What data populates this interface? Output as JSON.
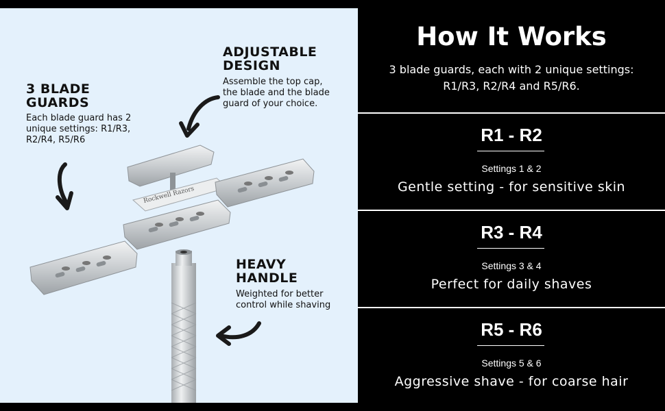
{
  "left": {
    "blade_guards": {
      "heading_line1": "3 BLADE",
      "heading_line2": "GUARDS",
      "desc_line1": "Each blade guard has 2",
      "desc_line2": "unique settings: R1/R3,",
      "desc_line3": "R2/R4, R5/R6"
    },
    "adjustable": {
      "heading_line1": "ADJUSTABLE",
      "heading_line2": "DESIGN",
      "desc_line1": "Assemble the top cap,",
      "desc_line2": "the blade and the blade",
      "desc_line3": "guard of your choice."
    },
    "handle": {
      "heading_line1": "HEAVY",
      "heading_line2": "HANDLE",
      "desc_line1": "Weighted for better",
      "desc_line2": "control while shaving"
    },
    "blade_brand": "Rockwell Razors"
  },
  "right": {
    "title": "How It Works",
    "subtitle_line1": "3 blade guards, each with 2 unique settings:",
    "subtitle_line2": "R1/R3, R2/R4 and R5/R6.",
    "settings": [
      {
        "code": "R1 - R2",
        "nums": "Settings 1 & 2",
        "desc": "Gentle setting - for sensitive skin"
      },
      {
        "code": "R3 - R4",
        "nums": "Settings 3 & 4",
        "desc": "Perfect for daily shaves"
      },
      {
        "code": "R5 - R6",
        "nums": "Settings 5 & 6",
        "desc": "Aggressive shave - for coarse hair"
      }
    ]
  },
  "colors": {
    "background": "#000000",
    "panel": "#e4f1fc",
    "text_dark": "#111111",
    "text_light": "#ffffff",
    "metal": "#cfd3d6"
  }
}
